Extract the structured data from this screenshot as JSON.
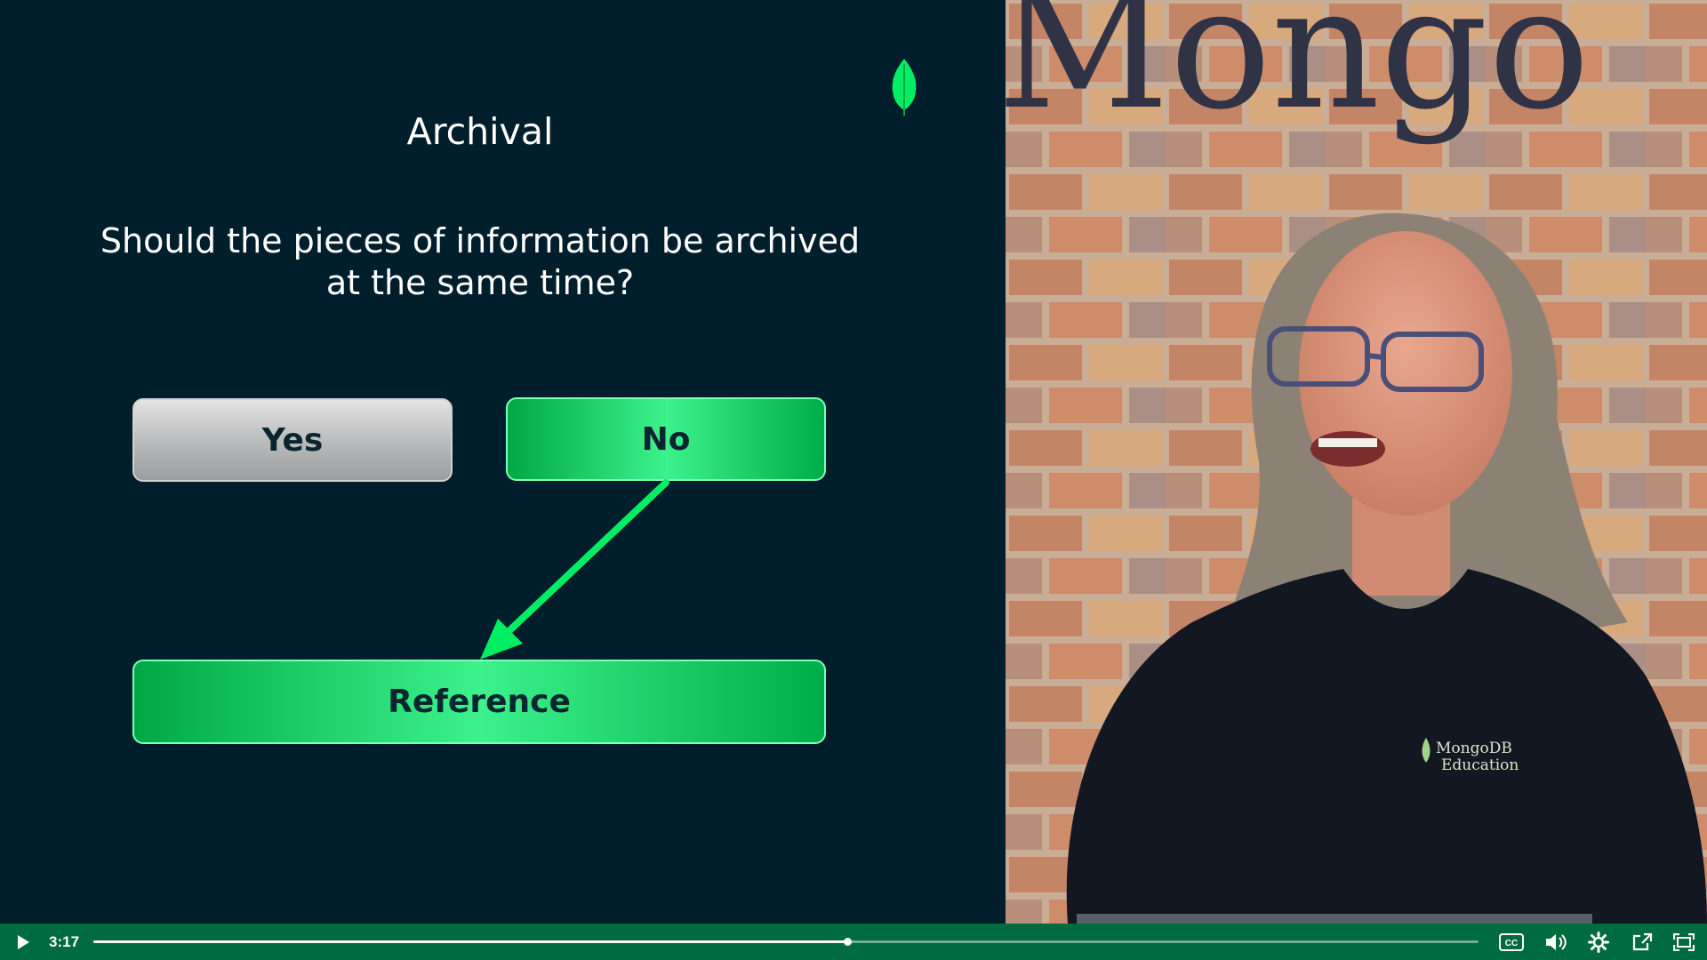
{
  "slide": {
    "title": "Archival",
    "question": "Should the pieces of information be archived at the same time?",
    "choices": {
      "yes": "Yes",
      "no": "No",
      "reference": "Reference"
    },
    "logo_icon": "mongodb-leaf-icon"
  },
  "video": {
    "background_sign": "Mongo",
    "shirt_logo_line1": "MongoDB",
    "shirt_logo_line2": "Education"
  },
  "player": {
    "play_icon": "play-icon",
    "time": "3:17",
    "progress_fraction": 0.544,
    "icons": [
      "closed-captions-icon",
      "volume-icon",
      "settings-gear-icon",
      "share-icon",
      "fullscreen-icon"
    ]
  },
  "colors": {
    "slide_bg": "#001e2b",
    "accent_green": "#00ed64",
    "control_bar": "#006b3f"
  }
}
